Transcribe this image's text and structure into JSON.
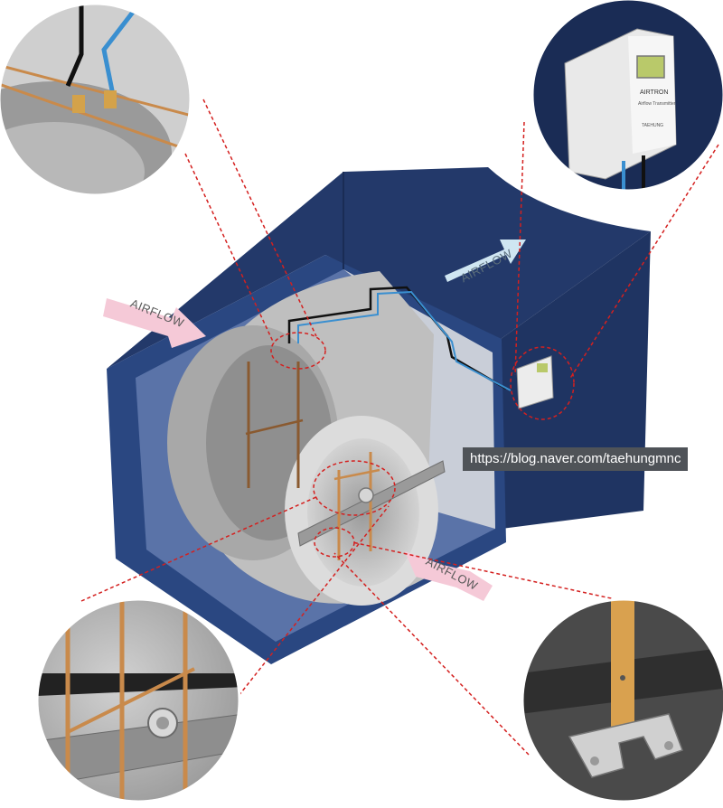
{
  "airflow_labels": {
    "left": "AIRFLOW",
    "top": "AIRFLOW",
    "bottom": "AIRFLOW"
  },
  "transmitter": {
    "brand": "AIRTRON",
    "model": "Airflow Transmitter",
    "maker": "TAEHUNG"
  },
  "watermark": "https://blog.naver.com/taehungmnc",
  "colors": {
    "housing_blue": "#263f73",
    "housing_side": "#2d4a85",
    "inside_panel": "#5b74a9",
    "fan_gray": "#bdbdbd",
    "dashed_red": "#d4201f",
    "arrow_pink": "#f5c9d7",
    "arrow_blue": "#cfe6f2",
    "copper": "#c98a4b",
    "inset_dark_bg": "#1a2c55"
  }
}
